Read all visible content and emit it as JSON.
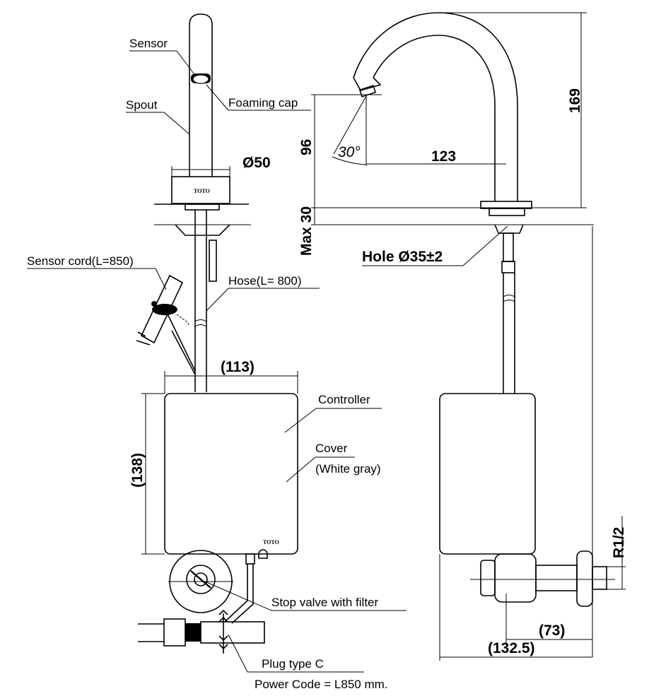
{
  "labels": {
    "sensor": "Sensor",
    "spout": "Spout",
    "foaming_cap": "Foaming cap",
    "sensor_cord": "Sensor cord(L=850)",
    "hose": "Hose(L= 800)",
    "controller": "Controller",
    "cover": "Cover",
    "cover_color": "(White gray)",
    "stop_valve": "Stop valve with filter",
    "plug_type": "Plug type C",
    "power_code": "Power Code = L850 mm.",
    "brand": "TOTO"
  },
  "dimensions": {
    "dia_50": "Ø50",
    "w_113": "(113)",
    "h_138": "(138)",
    "h_96": "96",
    "angle_30": "30°",
    "w_123": "123",
    "h_169": "169",
    "max_30": "Max 30",
    "hole": "Hole Ø35±2",
    "r_half": "R1/2",
    "d_73": "(73)",
    "d_132_5": "(132.5)"
  }
}
